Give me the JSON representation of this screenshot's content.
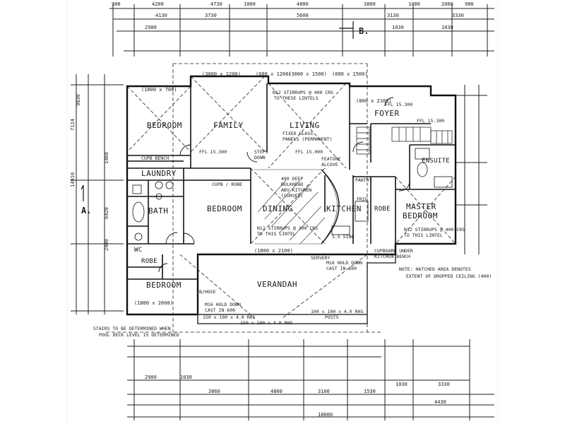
{
  "rooms": {
    "bedroom_1": "BEDROOM",
    "family": "FAMILY",
    "living": "LIVING",
    "foyer": "FOYER",
    "laundry": "LAUNDRY",
    "bath": "BATH",
    "wc": "WC",
    "bedroom_2": "BEDROOM",
    "dining": "DINING",
    "kitchen": "KITCHEN",
    "robe_1": "ROBE",
    "master_bedroom_l1": "MASTER",
    "master_bedroom_l2": "BEDROOM",
    "ensuite": "ENSUITE",
    "verandah": "VERANDAH",
    "bedroom_3": "BEDROOM",
    "robe_2": "ROBE",
    "cupb_robe": "CUPB / ROBE",
    "cupb_bench": "CUPB   BENCH",
    "pantry": "PANTRY",
    "fridge": "FRIG",
    "robe_3": "ROBE",
    "linen": "B/HOSE"
  },
  "grid_markers": {
    "a": "A.",
    "b": "B."
  },
  "notes": {
    "stirrups_family": "N12 STIRRUPS @ 400 CRS",
    "stirrups_family_2": "TO THESE LINTELS",
    "fixed_glass": "FIXED GLASS",
    "fixed_glass_2": "PANELS (PERMANENT)",
    "ffl_family": "FFL 15.300",
    "ffl_living": "FFL 15.000",
    "ffl_foyer": "FFL 15.300",
    "ffl_ensuite": "FFL 15.300",
    "steps_down": "STEPS",
    "steps_down_2": "DOWN",
    "feature_alcove": "FEATURE",
    "feature_alcove_2": "ALCOVE",
    "bulkhead_1": "400 DEEP",
    "bulkhead_2": "BULKHEAD",
    "bulkhead_3": "ABV KITCHEN",
    "bulkhead_4": "(CURVED)",
    "stirrups_dining": "N12 STIRRUPS @ 200 CRS",
    "stirrups_dining_2": "TO THIS LINTEL",
    "ss_sink": "S.S SINK",
    "servery": "SERVERY",
    "cupboard_1": "CUPBOARD UNDER",
    "cupboard_2": "KITCHEN BENCH",
    "stirrups_master": "N12 STIRRUPS @ 400 CRS",
    "stirrups_master_2": "TO THIS LINTEL",
    "hatched_1": "NOTE: HATCHED AREA DENOTES",
    "hatched_2": "EXTENT OF DROPPED CEILING (400)",
    "holddown_1": "M16 HOLD DOWN",
    "holddown_2": "CAST IN 600",
    "holddown_3": "M16 HOLD DOWN",
    "holddown_4": "CAST IN 600",
    "rhs_1": "150 x 100 x 4.0 RHS",
    "rhs_2": "100 x 100 x 4.0 RHS",
    "rhs_3": "POSTS",
    "rhs_4": "150 x 100 x 4.0 RHS",
    "stairs_1": "STAIRS TO BE DETERMINED WHEN",
    "stairs_2": "POOL DECK LEVEL IS DETERMINED"
  },
  "dimensions": {
    "top_row1": [
      "900",
      "4200",
      "4730",
      "1000",
      "4800",
      "3800",
      "1400",
      "2000",
      "900"
    ],
    "top_row2": [
      "4130",
      "3730",
      "5600",
      "3130",
      "3330"
    ],
    "top_row3": [
      "2900",
      "1030",
      "1030"
    ],
    "bottom_row1": [
      "2900",
      "1030"
    ],
    "bottom_row2": [
      "3860",
      "4800",
      "3100",
      "1530",
      "1030",
      "3330"
    ],
    "bottom_row3": [
      "18000",
      "4430"
    ],
    "left_col": [
      "9830",
      "7124",
      "14910",
      "1460",
      "6420",
      "2400"
    ],
    "openings": [
      "(3000 x 1200)",
      "(600 x 1200)",
      "(3000 x 1500)",
      "(600 x 1500)",
      "(1800 x 700)",
      "(1800 x 2000)",
      "(800 x 2100)",
      "(1800 x 2100)"
    ]
  }
}
